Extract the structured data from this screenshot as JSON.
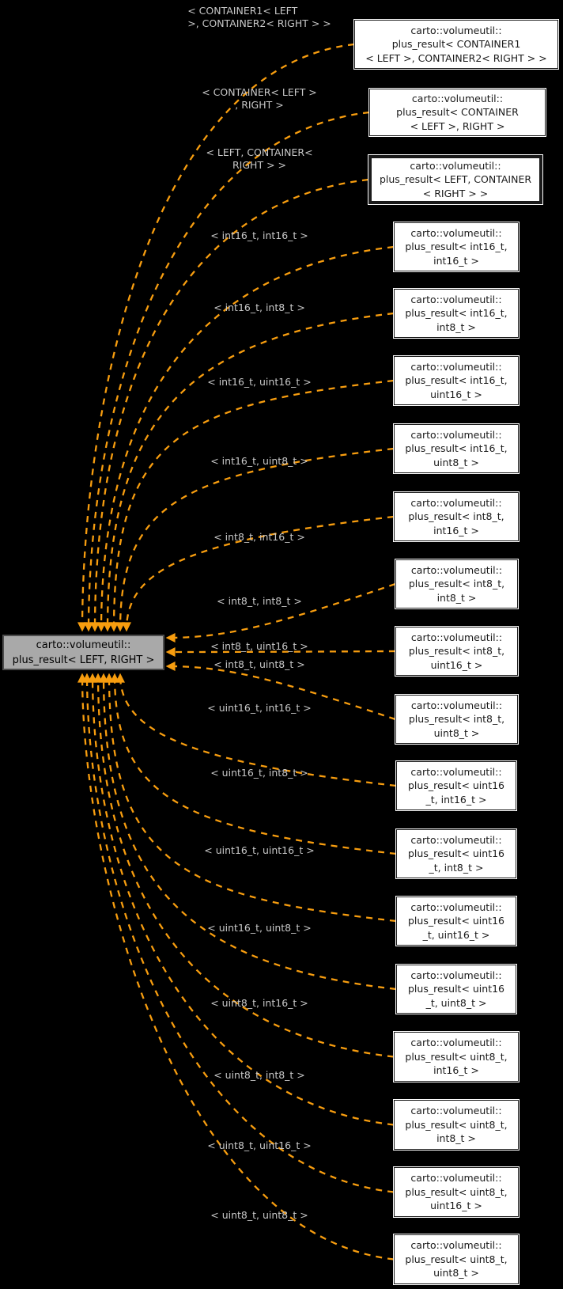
{
  "diagram": {
    "kind": "template-instantiation-graph",
    "colors": {
      "background": "#000000",
      "edge": "#f79d0f",
      "edge_label_text": "#c8c8c8",
      "node_fill": "#ffffff",
      "node_border": "#1a1a1a",
      "node_text": "#1a1a1a",
      "main_node_fill": "#a9a9a9",
      "main_node_border": "#4d4d4d",
      "main_node_text": "#000000"
    },
    "main_node": {
      "lines": [
        "carto::volumeutil::",
        "plus_result< LEFT, RIGHT >"
      ]
    },
    "nodes": [
      {
        "lines": [
          "carto::volumeutil::",
          "plus_result< CONTAINER1",
          "< LEFT >, CONTAINER2< RIGHT > >"
        ],
        "bold_border": false
      },
      {
        "lines": [
          "carto::volumeutil::",
          "plus_result< CONTAINER",
          "< LEFT >, RIGHT >"
        ],
        "bold_border": false
      },
      {
        "lines": [
          "carto::volumeutil::",
          "plus_result< LEFT, CONTAINER",
          "< RIGHT > >"
        ],
        "bold_border": true
      },
      {
        "lines": [
          "carto::volumeutil::",
          "plus_result< int16_t,",
          "int16_t >"
        ],
        "bold_border": false
      },
      {
        "lines": [
          "carto::volumeutil::",
          "plus_result< int16_t,",
          "int8_t >"
        ],
        "bold_border": false
      },
      {
        "lines": [
          "carto::volumeutil::",
          "plus_result< int16_t,",
          "uint16_t >"
        ],
        "bold_border": false
      },
      {
        "lines": [
          "carto::volumeutil::",
          "plus_result< int16_t,",
          "uint8_t >"
        ],
        "bold_border": false
      },
      {
        "lines": [
          "carto::volumeutil::",
          "plus_result< int8_t,",
          "int16_t >"
        ],
        "bold_border": false
      },
      {
        "lines": [
          "carto::volumeutil::",
          "plus_result< int8_t,",
          "int8_t >"
        ],
        "bold_border": false
      },
      {
        "lines": [
          "carto::volumeutil::",
          "plus_result< int8_t,",
          "uint16_t >"
        ],
        "bold_border": false
      },
      {
        "lines": [
          "carto::volumeutil::",
          "plus_result< int8_t,",
          "uint8_t >"
        ],
        "bold_border": false
      },
      {
        "lines": [
          "carto::volumeutil::",
          "plus_result< uint16",
          "_t, int16_t >"
        ],
        "bold_border": false
      },
      {
        "lines": [
          "carto::volumeutil::",
          "plus_result< uint16",
          "_t, int8_t >"
        ],
        "bold_border": false
      },
      {
        "lines": [
          "carto::volumeutil::",
          "plus_result< uint16",
          "_t, uint16_t >"
        ],
        "bold_border": false
      },
      {
        "lines": [
          "carto::volumeutil::",
          "plus_result< uint16",
          "_t, uint8_t >"
        ],
        "bold_border": false
      },
      {
        "lines": [
          "carto::volumeutil::",
          "plus_result< uint8_t,",
          "int16_t >"
        ],
        "bold_border": false
      },
      {
        "lines": [
          "carto::volumeutil::",
          "plus_result< uint8_t,",
          "int8_t >"
        ],
        "bold_border": false
      },
      {
        "lines": [
          "carto::volumeutil::",
          "plus_result< uint8_t,",
          "uint16_t >"
        ],
        "bold_border": false
      },
      {
        "lines": [
          "carto::volumeutil::",
          "plus_result< uint8_t,",
          "uint8_t >"
        ],
        "bold_border": false
      }
    ],
    "edge_labels": [
      {
        "lines": [
          "< CONTAINER1< LEFT",
          ">, CONTAINER2< RIGHT > >"
        ],
        "align": "left"
      },
      {
        "lines": [
          "< CONTAINER< LEFT >",
          ", RIGHT >"
        ],
        "align": "center"
      },
      {
        "lines": [
          "< LEFT, CONTAINER<",
          "RIGHT > >"
        ],
        "align": "center"
      },
      {
        "lines": [
          "< int16_t, int16_t >"
        ],
        "align": "center"
      },
      {
        "lines": [
          "< int16_t, int8_t >"
        ],
        "align": "center"
      },
      {
        "lines": [
          "< int16_t, uint16_t >"
        ],
        "align": "center"
      },
      {
        "lines": [
          "< int16_t, uint8_t >"
        ],
        "align": "center"
      },
      {
        "lines": [
          "< int8_t, int16_t >"
        ],
        "align": "center"
      },
      {
        "lines": [
          "< int8_t, int8_t >"
        ],
        "align": "center"
      },
      {
        "lines": [
          "< int8_t, uint16_t >"
        ],
        "align": "center"
      },
      {
        "lines": [
          "< int8_t, uint8_t >"
        ],
        "align": "center"
      },
      {
        "lines": [
          "< uint16_t, int16_t >"
        ],
        "align": "center"
      },
      {
        "lines": [
          "< uint16_t, int8_t >"
        ],
        "align": "center"
      },
      {
        "lines": [
          "< uint16_t, uint16_t >"
        ],
        "align": "center"
      },
      {
        "lines": [
          "< uint16_t, uint8_t >"
        ],
        "align": "center"
      },
      {
        "lines": [
          "< uint8_t, int16_t >"
        ],
        "align": "center"
      },
      {
        "lines": [
          "< uint8_t, int8_t >"
        ],
        "align": "center"
      },
      {
        "lines": [
          "< uint8_t, uint16_t >"
        ],
        "align": "center"
      },
      {
        "lines": [
          "< uint8_t, uint8_t >"
        ],
        "align": "center"
      }
    ]
  }
}
